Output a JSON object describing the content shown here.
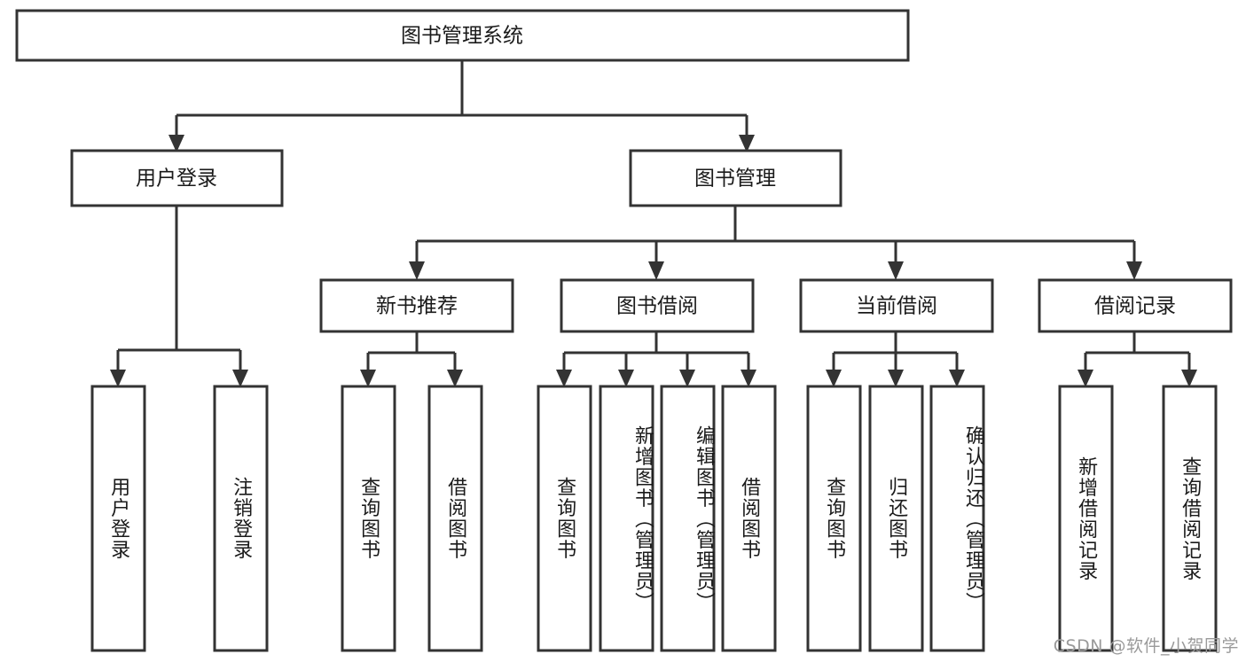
{
  "diagram": {
    "type": "tree-hierarchy",
    "title": "图书管理系统",
    "watermark": "CSDN @软件_小贺同学",
    "colors": {
      "stroke": "#333333",
      "fill": "#ffffff",
      "text": "#1a1a1a",
      "watermark": "#9a9a9a"
    },
    "levels": [
      {
        "level": 1,
        "nodes": [
          {
            "id": "root",
            "label": "图书管理系统",
            "orientation": "horizontal"
          }
        ]
      },
      {
        "level": 2,
        "nodes": [
          {
            "id": "user-login",
            "label": "用户登录",
            "orientation": "horizontal",
            "parent": "root"
          },
          {
            "id": "book-manage",
            "label": "图书管理",
            "orientation": "horizontal",
            "parent": "root"
          }
        ]
      },
      {
        "level": 3,
        "nodes": [
          {
            "id": "new-book-rec",
            "label": "新书推荐",
            "orientation": "horizontal",
            "parent": "book-manage"
          },
          {
            "id": "book-borrow",
            "label": "图书借阅",
            "orientation": "horizontal",
            "parent": "book-manage"
          },
          {
            "id": "current-borrow",
            "label": "当前借阅",
            "orientation": "horizontal",
            "parent": "book-manage"
          },
          {
            "id": "borrow-record",
            "label": "借阅记录",
            "orientation": "horizontal",
            "parent": "book-manage"
          }
        ]
      },
      {
        "level": 4,
        "nodes": [
          {
            "id": "leaf-user-login",
            "label": "用户登录",
            "orientation": "vertical",
            "parent": "user-login"
          },
          {
            "id": "leaf-user-logout",
            "label": "注销登录",
            "orientation": "vertical",
            "parent": "user-login"
          },
          {
            "id": "leaf-query-book-rec",
            "label": "查询图书",
            "orientation": "vertical",
            "parent": "new-book-rec"
          },
          {
            "id": "leaf-borrow-book-rec",
            "label": "借阅图书",
            "orientation": "vertical",
            "parent": "new-book-rec"
          },
          {
            "id": "leaf-query-book-borrow",
            "label": "查询图书",
            "orientation": "vertical",
            "parent": "book-borrow"
          },
          {
            "id": "leaf-add-book",
            "label": "新增图书（管理员）",
            "orientation": "vertical",
            "parent": "book-borrow"
          },
          {
            "id": "leaf-edit-book",
            "label": "编辑图书（管理员）",
            "orientation": "vertical",
            "parent": "book-borrow"
          },
          {
            "id": "leaf-borrow-book",
            "label": "借阅图书",
            "orientation": "vertical",
            "parent": "book-borrow"
          },
          {
            "id": "leaf-query-book-current",
            "label": "查询图书",
            "orientation": "vertical",
            "parent": "current-borrow"
          },
          {
            "id": "leaf-return-book",
            "label": "归还图书",
            "orientation": "vertical",
            "parent": "current-borrow"
          },
          {
            "id": "leaf-confirm-return",
            "label": "确认归还（管理员）",
            "orientation": "vertical",
            "parent": "current-borrow"
          },
          {
            "id": "leaf-add-record",
            "label": "新增借阅记录",
            "orientation": "vertical",
            "parent": "borrow-record"
          },
          {
            "id": "leaf-query-record",
            "label": "查询借阅记录",
            "orientation": "vertical",
            "parent": "borrow-record"
          }
        ]
      }
    ]
  }
}
